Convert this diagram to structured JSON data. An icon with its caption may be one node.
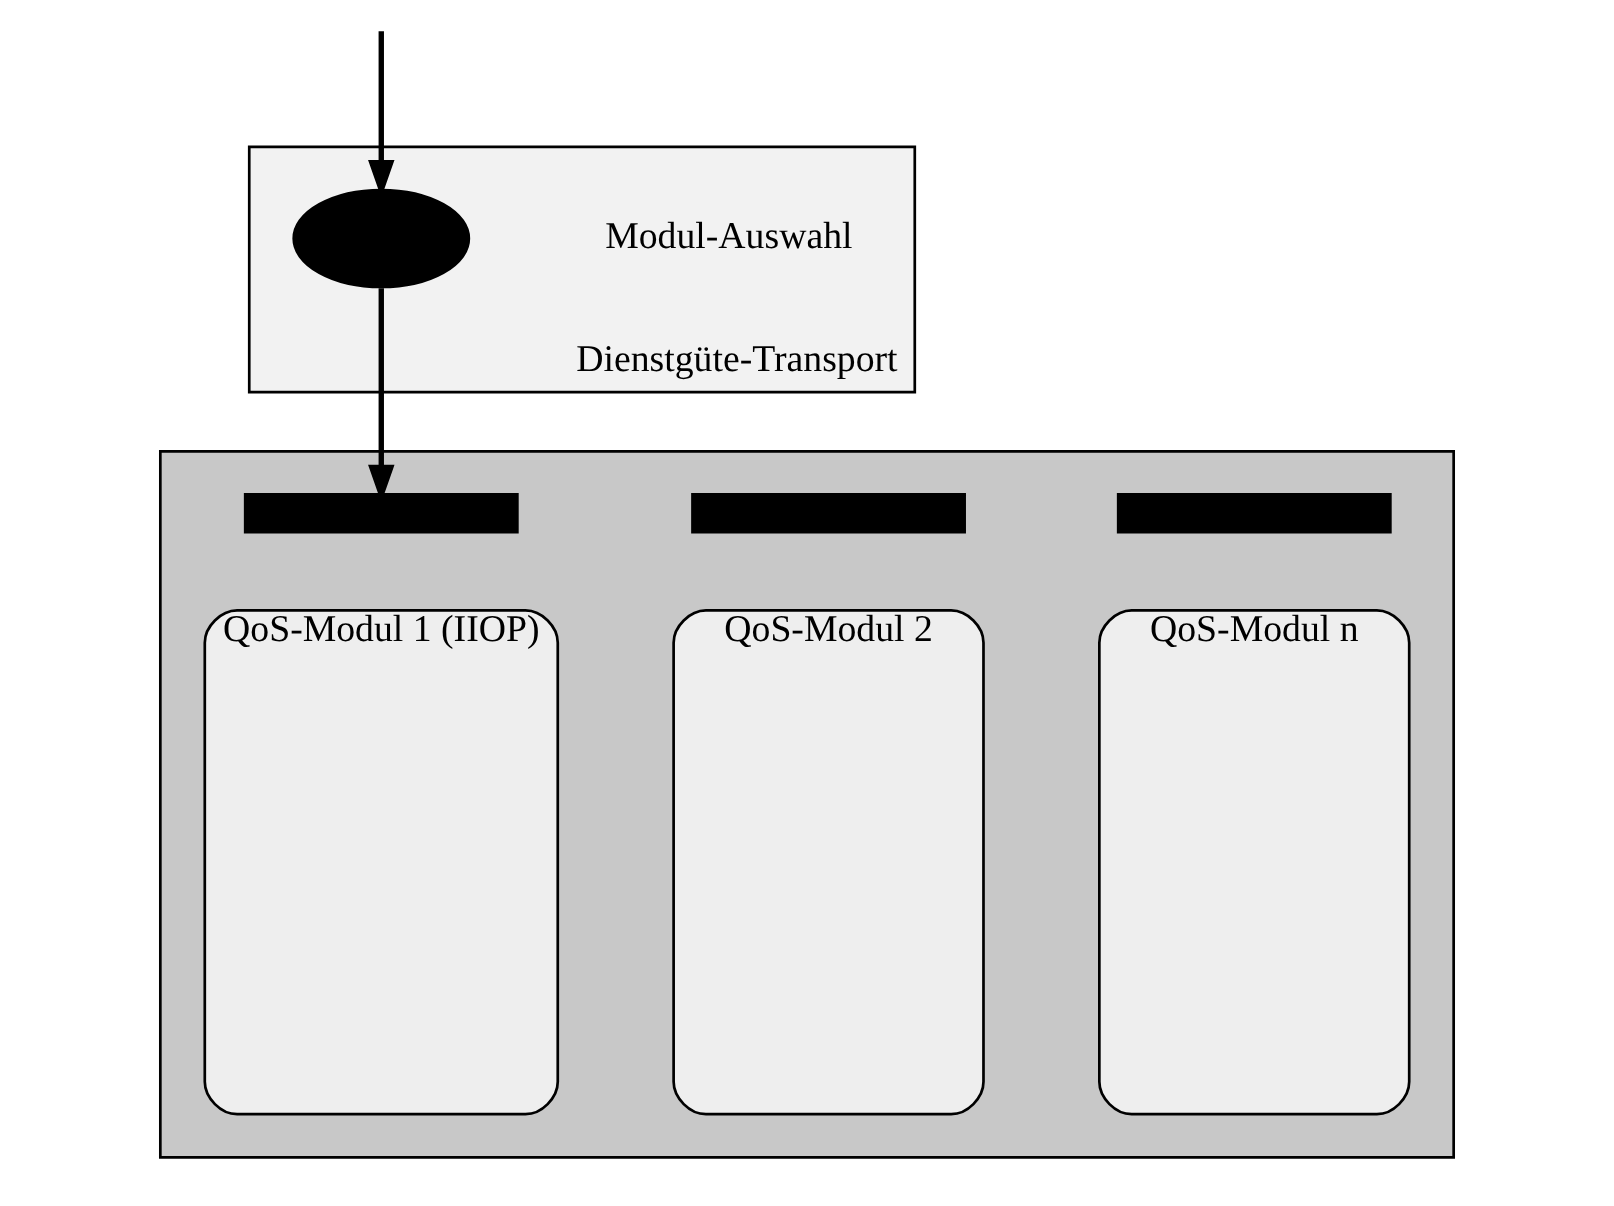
{
  "diagram": {
    "nodes": [
      {
        "text": [
          "Dienstgüte-Transport"
        ]
      },
      {
        "text": [],
        "shape": "ellipse",
        "in": 0,
        "beside": [
          "Modul-Auswahl"
        ]
      },
      {
        "text": [],
        "shape": "box"
      },
      {
        "text": [],
        "shape": "bar",
        "in": 2
      },
      {
        "text": [
          "QoS-Modul 1 (IIOP)"
        ],
        "in": 2
      },
      {
        "text": [],
        "shape": "bar",
        "in": 2
      },
      {
        "text": [
          "QoS-Modul 2"
        ],
        "in": 2
      },
      {
        "text": [],
        "shape": "bar",
        "in": 2
      },
      {
        "text": [
          "QoS-Modul n"
        ],
        "in": 2
      }
    ],
    "edges": [
      {
        "from": null,
        "to": 1,
        "arrow": "to"
      },
      {
        "from": 1,
        "to": 3,
        "arrow": "to"
      }
    ]
  }
}
